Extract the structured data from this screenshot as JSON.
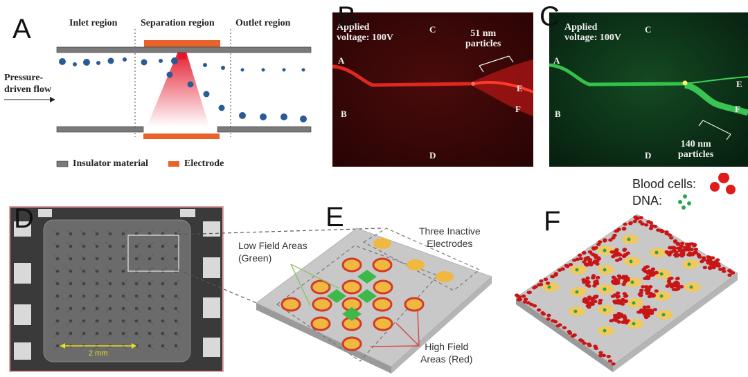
{
  "panel_a": {
    "letter": "A",
    "inlet": "Inlet region",
    "separation": "Separation region",
    "outlet": "Outlet region",
    "flow_line1": "Pressure-",
    "flow_line2": "driven flow",
    "legend_insulator": "Insulator material",
    "legend_electrode": "Electrode",
    "colors": {
      "insulator": "#7a7a7a",
      "electrode": "#e8632a",
      "particle": "#2a5b96"
    }
  },
  "panel_b": {
    "letter": "B",
    "applied_line1": "Applied",
    "applied_line2": "voltage: 100V",
    "particles_line1": "51 nm",
    "particles_line2": "particles",
    "ports": {
      "a": "A",
      "b": "B",
      "c": "C",
      "d": "D",
      "e": "E",
      "f": "F"
    },
    "channel_color": "#e0281e"
  },
  "panel_c": {
    "letter": "C",
    "applied_line1": "Applied",
    "applied_line2": "voltage: 100V",
    "particles_line1": "140 nm",
    "particles_line2": "particles",
    "ports": {
      "a": "A",
      "b": "B",
      "c": "C",
      "d": "D",
      "e": "E",
      "f": "F"
    },
    "channel_color": "#33c24a"
  },
  "panel_d": {
    "letter": "D",
    "scale": "2 mm"
  },
  "panel_e": {
    "letter": "E",
    "inactive_line1": "Three Inactive",
    "inactive_line2": "Electrodes",
    "low_line1": "Low Field Areas",
    "low_line2": "(Green)",
    "high_line1": "High Field",
    "high_line2": "Areas (Red)"
  },
  "panel_f": {
    "letter": "F",
    "blood": "Blood cells:",
    "dna": "DNA:"
  }
}
